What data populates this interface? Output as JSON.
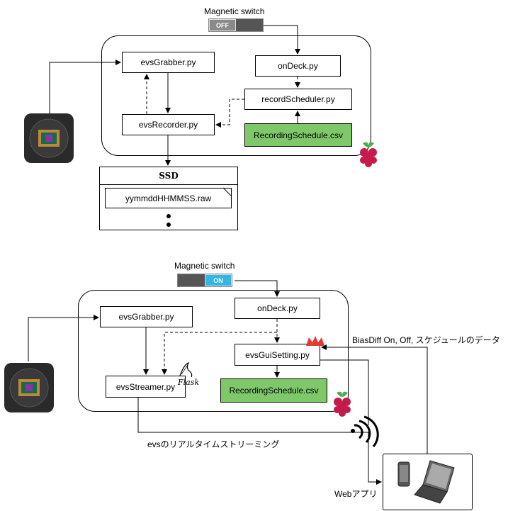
{
  "top": {
    "switch_label": "Magnetic switch",
    "switch_state": "OFF",
    "evs_grabber": "evsGrabber.py",
    "evs_recorder": "evsRecorder.py",
    "on_deck": "onDeck.py",
    "record_scheduler": "recordScheduler.py",
    "recording_schedule": "RecordingSchedule.csv",
    "ssd_title": "SSD",
    "ssd_file": "yymmddHHMMSS.raw"
  },
  "bottom": {
    "switch_label": "Magnetic switch",
    "switch_state": "ON",
    "evs_grabber": "evsGrabber.py",
    "evs_streamer": "evsStreamer.py",
    "on_deck": "onDeck.py",
    "gui_setting": "evsGuiSetting.py",
    "recording_schedule": "RecordingSchedule.csv",
    "flask_label": "Flask",
    "bias_label": "BiasDiff On, Off, スケジュールのデータ",
    "stream_label": "evsのリアルタイムストリーミング",
    "web_label": "Webアプリ"
  },
  "colors": {
    "green_box": "#7ec86a",
    "switch_on": "#33b5e5",
    "raspberry": "#c51a4a"
  },
  "icons": [
    "camera-sensor-icon",
    "raspberry-pi-icon",
    "flask-icon",
    "crown-icon",
    "wifi-icon",
    "phone-icon",
    "laptop-icon"
  ]
}
